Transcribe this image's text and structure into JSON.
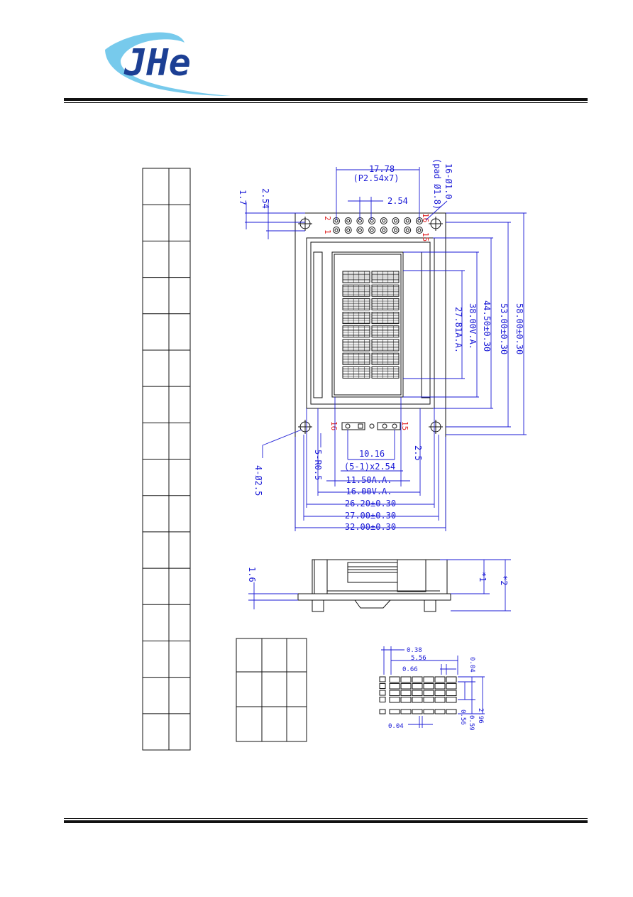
{
  "header": {
    "logo_text": "JHe"
  },
  "front_view": {
    "pin_pitch_top": "17.78",
    "pin_pitch_formula": "(P2.54x7)",
    "pin_spacing": "2.54",
    "pad_count_label": "16-Ø1.0",
    "pad_diameter_label": "(pad Ø1.8)",
    "dim_1_7": "1.7",
    "dim_2_54": "2.54",
    "pin_2": "2",
    "pin_1": "1",
    "pin_16": "16",
    "pin_15": "15",
    "pin_16b": "16",
    "pin_15b": "15",
    "dim_58": "58.00±0.30",
    "dim_53": "53.00±0.30",
    "dim_44_5": "44.50±0.30",
    "dim_38": "38.00V.A.",
    "dim_27_81": "27.81A.A.",
    "hole_label": "4-Ø2.5",
    "radius_label": "5-R0.5",
    "dim_10_16": "10.16",
    "dim_pitch_bottom": "(5-1)x2.54",
    "dim_2_5": "2.5",
    "dim_11_5": "11.50A.A.",
    "dim_16": "16.00V.A.",
    "dim_26_2": "26.20±0.30",
    "dim_27": "27.00±0.30",
    "dim_32": "32.00±0.30"
  },
  "side_view": {
    "dim_1_6": "1.6",
    "dim_star1": "*1",
    "dim_star2": "*2"
  },
  "detail_view": {
    "dim_0_38": "0.38",
    "dim_5_56": "5.56",
    "dim_0_66": "0.66",
    "dim_0_04_top": "0.04",
    "dim_0_56": "0.56",
    "dim_0_59": "0.59",
    "dim_2_96": "2.96",
    "dim_0_04_bottom": "0.04"
  },
  "colors": {
    "dimension": "#1a1ad6",
    "outline": "#111111",
    "pin_label": "#e02020",
    "logo_blue": "#1c3f94",
    "logo_cyan": "#49b8e6"
  }
}
